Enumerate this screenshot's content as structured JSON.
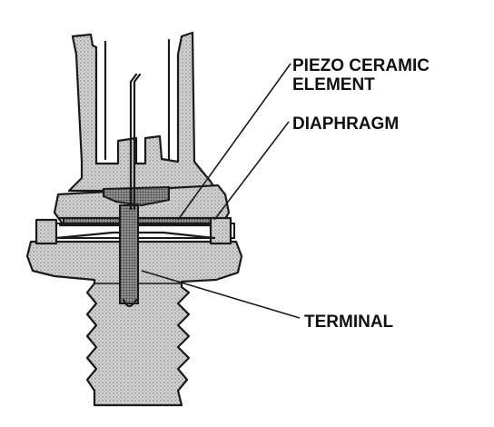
{
  "labels": {
    "piezo_line1": "PIEZO CERAMIC",
    "piezo_line2": "ELEMENT",
    "diaphragm": "DIAPHRAGM",
    "terminal": "TERMINAL"
  }
}
